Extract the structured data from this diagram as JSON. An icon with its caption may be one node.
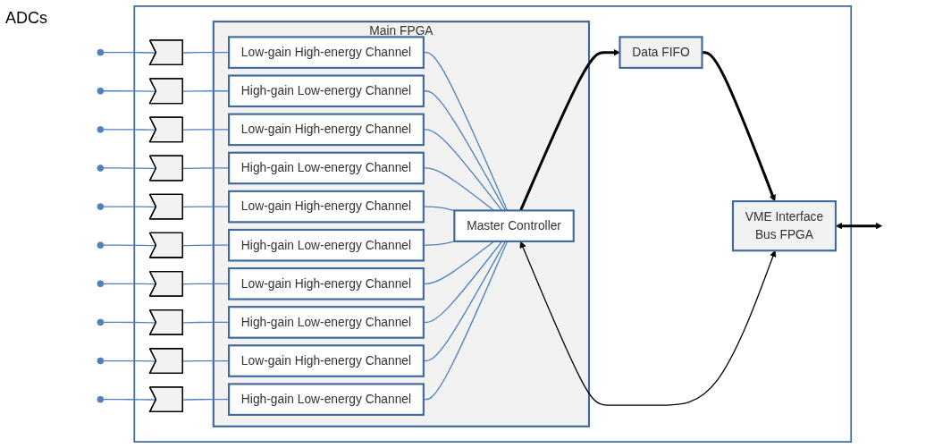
{
  "diagram": {
    "nodes": [
      {
        "text": [],
        "shape": "box"
      },
      {
        "text": [
          "Main FPGA"
        ],
        "in": 0
      },
      {
        "text": [
          "Low-gain High-energy Channel"
        ],
        "in": 1
      },
      {
        "text": [
          "High-gain Low-energy Channel"
        ],
        "in": 1
      },
      {
        "text": [
          "Low-gain High-energy Channel"
        ],
        "in": 1
      },
      {
        "text": [
          "High-gain Low-energy Channel"
        ],
        "in": 1
      },
      {
        "text": [
          "Low-gain High-energy Channel"
        ],
        "in": 1
      },
      {
        "text": [
          "High-gain Low-energy Channel"
        ],
        "in": 1
      },
      {
        "text": [
          "Low-gain High-energy Channel"
        ],
        "in": 1
      },
      {
        "text": [
          "High-gain Low-energy Channel"
        ],
        "in": 1
      },
      {
        "text": [
          "Low-gain High-energy Channel"
        ],
        "in": 1
      },
      {
        "text": [
          "High-gain Low-energy Channel"
        ],
        "in": 1
      },
      {
        "text": [
          "Master Controller"
        ],
        "in": 1
      },
      {
        "text": [
          "Data FIFO"
        ],
        "in": 0
      },
      {
        "text": [
          "VME Interface",
          "Bus FPGA"
        ],
        "in": 0
      },
      {
        "text": [],
        "shape": "circle"
      },
      {
        "text": [],
        "shape": "circle"
      },
      {
        "text": [],
        "shape": "circle"
      },
      {
        "text": [],
        "shape": "circle"
      },
      {
        "text": [],
        "shape": "circle"
      },
      {
        "text": [],
        "shape": "circle"
      },
      {
        "text": [],
        "shape": "circle"
      },
      {
        "text": [],
        "shape": "circle"
      },
      {
        "text": [],
        "shape": "circle"
      },
      {
        "text": [],
        "shape": "circle"
      },
      {
        "text": [],
        "shape": "pentagon",
        "in": 0
      },
      {
        "text": [],
        "shape": "pentagon",
        "in": 0
      },
      {
        "text": [],
        "shape": "pentagon",
        "in": 0
      },
      {
        "text": [],
        "shape": "pentagon",
        "in": 0
      },
      {
        "text": [],
        "shape": "pentagon",
        "in": 0
      },
      {
        "text": [],
        "shape": "pentagon",
        "in": 0
      },
      {
        "text": [],
        "shape": "pentagon",
        "in": 0
      },
      {
        "text": [],
        "shape": "pentagon",
        "in": 0
      },
      {
        "text": [],
        "shape": "pentagon",
        "in": 0
      },
      {
        "text": [],
        "shape": "pentagon",
        "in": 0
      }
    ],
    "edges": [
      {
        "from": 15,
        "to": 25,
        "arrow": "none"
      },
      {
        "from": 16,
        "to": 26,
        "arrow": "none"
      },
      {
        "from": 17,
        "to": 27,
        "arrow": "none"
      },
      {
        "from": 18,
        "to": 28,
        "arrow": "none"
      },
      {
        "from": 19,
        "to": 29,
        "arrow": "none"
      },
      {
        "from": 20,
        "to": 30,
        "arrow": "none"
      },
      {
        "from": 21,
        "to": 31,
        "arrow": "none"
      },
      {
        "from": 22,
        "to": 32,
        "arrow": "none"
      },
      {
        "from": 23,
        "to": 33,
        "arrow": "none"
      },
      {
        "from": 24,
        "to": 34,
        "arrow": "none"
      },
      {
        "from": 25,
        "to": 2,
        "arrow": "none"
      },
      {
        "from": 26,
        "to": 3,
        "arrow": "none"
      },
      {
        "from": 27,
        "to": 4,
        "arrow": "none"
      },
      {
        "from": 28,
        "to": 5,
        "arrow": "none"
      },
      {
        "from": 29,
        "to": 6,
        "arrow": "none"
      },
      {
        "from": 30,
        "to": 7,
        "arrow": "none"
      },
      {
        "from": 31,
        "to": 8,
        "arrow": "none"
      },
      {
        "from": 32,
        "to": 9,
        "arrow": "none"
      },
      {
        "from": 33,
        "to": 10,
        "arrow": "none"
      },
      {
        "from": 34,
        "to": 11,
        "arrow": "none"
      },
      {
        "from": 2,
        "to": 12,
        "arrow": "none"
      },
      {
        "from": 3,
        "to": 12,
        "arrow": "none"
      },
      {
        "from": 4,
        "to": 12,
        "arrow": "none"
      },
      {
        "from": 5,
        "to": 12,
        "arrow": "none"
      },
      {
        "from": 6,
        "to": 12,
        "arrow": "none"
      },
      {
        "from": 7,
        "to": 12,
        "arrow": "none"
      },
      {
        "from": 8,
        "to": 12,
        "arrow": "none"
      },
      {
        "from": 9,
        "to": 12,
        "arrow": "none"
      },
      {
        "from": 10,
        "to": 12,
        "arrow": "none"
      },
      {
        "from": 11,
        "to": 12,
        "arrow": "none"
      },
      {
        "from": 12,
        "to": 13,
        "arrow": "to",
        "style": "thick",
        "color": "#000000"
      },
      {
        "from": 13,
        "to": 14,
        "arrow": "to",
        "style": "thick",
        "color": "#000000"
      },
      {
        "from": 12,
        "to": 14,
        "arrow": "both",
        "color": "#000000"
      },
      {
        "from": 14,
        "to": null,
        "arrow": "both",
        "style": "thick",
        "color": "#000000"
      }
    ],
    "labels": [
      "ADCs"
    ]
  }
}
